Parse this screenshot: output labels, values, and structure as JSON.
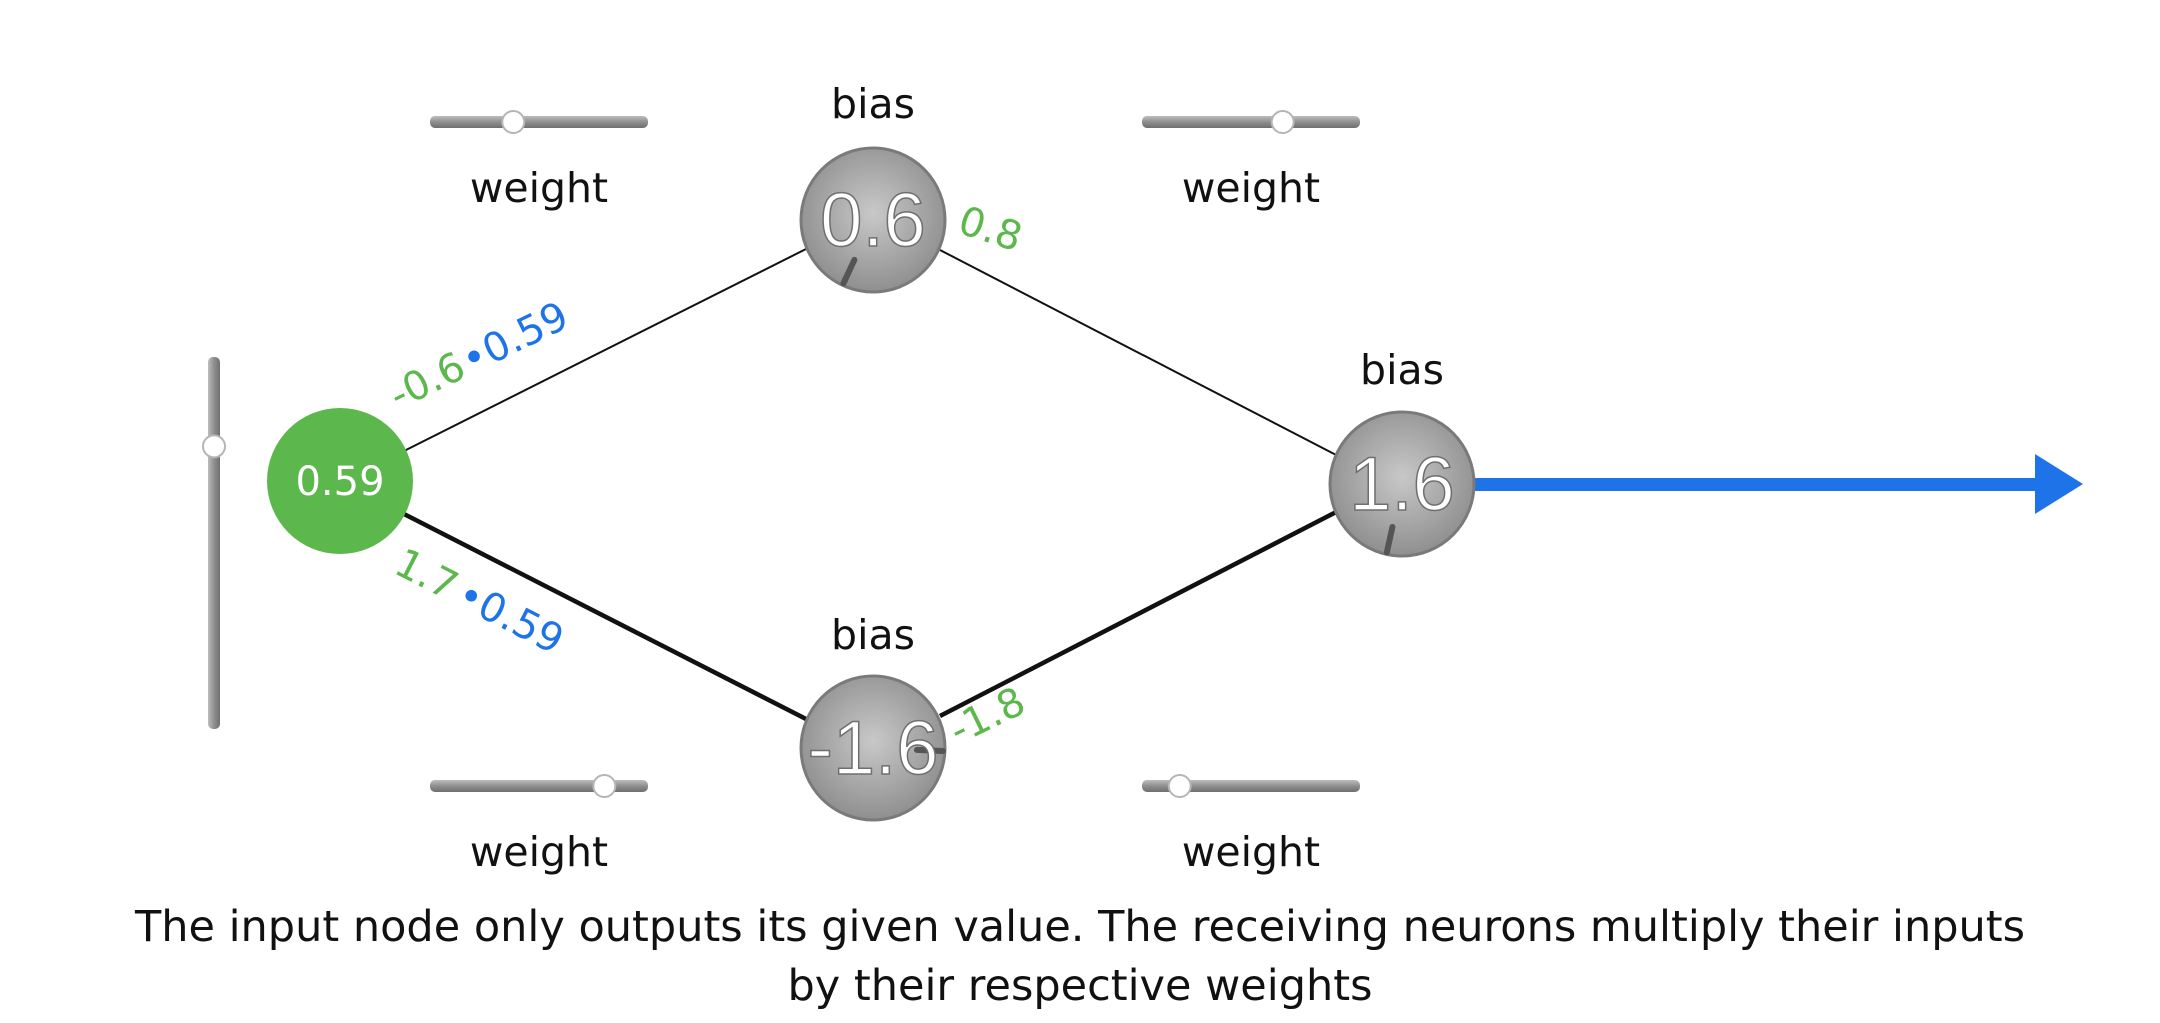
{
  "input_node": {
    "value": "0.59",
    "color": "#5cb84c",
    "slider_level": 0.23
  },
  "hidden_top": {
    "bias_label": "bias",
    "value": "0.6",
    "dial_level": 0.6,
    "out_weight": "0.8"
  },
  "hidden_bottom": {
    "bias_label": "bias",
    "value": "-1.6",
    "dial_level": 0.15,
    "out_weight": "-1.8"
  },
  "output_node": {
    "bias_label": "bias",
    "value": "1.6",
    "dial_level": 0.55
  },
  "edges": {
    "top_in": {
      "weight": "-0.6",
      "dot": "•",
      "input": "0.59"
    },
    "bottom_in": {
      "weight": "1.7",
      "dot": "•",
      "input": "0.59"
    }
  },
  "weight_sliders": [
    {
      "label": "weight",
      "level": 0.37
    },
    {
      "label": "weight",
      "level": 0.66
    },
    {
      "label": "weight",
      "level": 0.83
    },
    {
      "label": "weight",
      "level": 0.14
    }
  ],
  "colors": {
    "weight_text": "#5cb84c",
    "input_text": "#1f73e8",
    "arrow": "#1f73e8",
    "node_fill": "#9b9b9b"
  },
  "caption": {
    "line1": "The input node only outputs its given value. The receiving neurons multiply their inputs",
    "line2": "by their respective weights"
  }
}
